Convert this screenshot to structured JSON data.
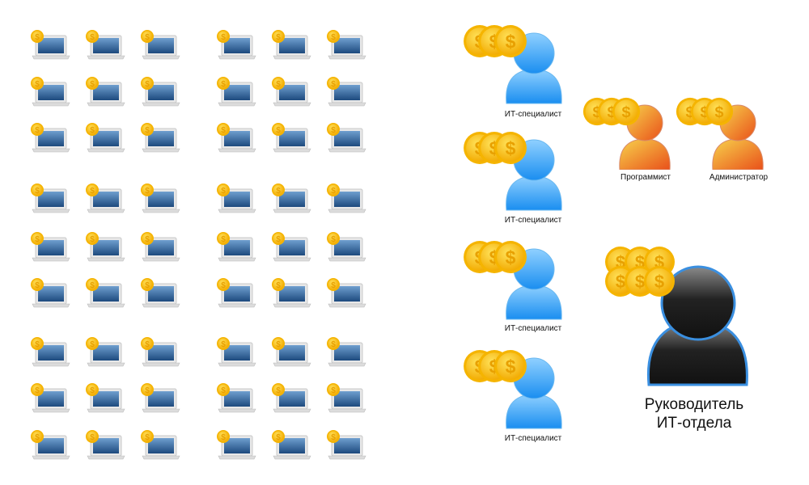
{
  "laptops": {
    "columns": 6,
    "rows": 9,
    "icon": "laptop-with-coin-icon"
  },
  "it_specialists": [
    {
      "label": "ИТ-специалист"
    },
    {
      "label": "ИТ-специалист"
    },
    {
      "label": "ИТ-специалист"
    },
    {
      "label": "ИТ-специалист"
    }
  ],
  "programmer": {
    "label": "Программист"
  },
  "administrator": {
    "label": "Администратор"
  },
  "manager": {
    "line1": "Руководитель",
    "line2": "ИТ-отдела"
  },
  "colors": {
    "blue_person": "#2a9cf0",
    "orange_person": "#f07a20",
    "manager_person": "#2a2a2a",
    "coin": "#f7c21b",
    "laptop_screen": "#2c5f95"
  }
}
